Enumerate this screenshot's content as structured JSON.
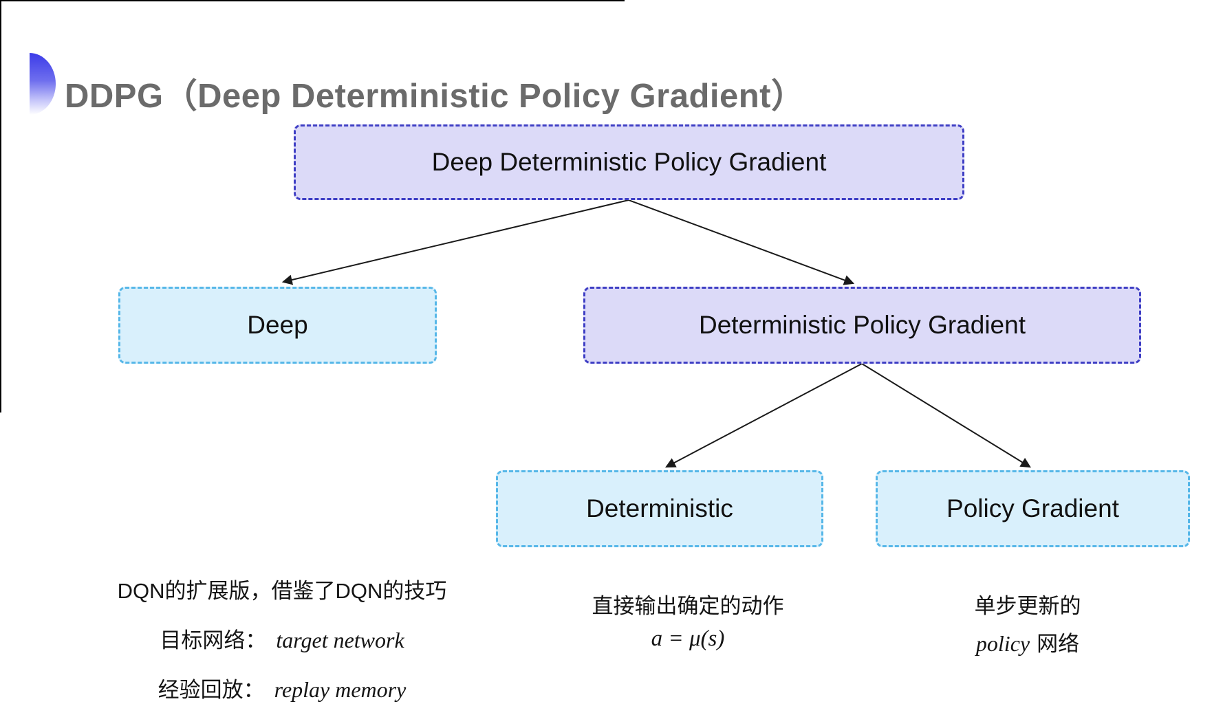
{
  "header": {
    "title": "DDPG（Deep Deterministic Policy Gradient）",
    "bullet_icon": "blue-gradient-half-circle"
  },
  "colors": {
    "title_text": "#6b6b6b",
    "lavender_fill": "#dcdaf8",
    "lavender_border": "#3e3ec4",
    "cyan_fill": "#d9f0fc",
    "cyan_border": "#56b7e8",
    "arrow": "#1a1a1a",
    "bullet_top": "#3b3be8",
    "bullet_bottom": "#ffffff"
  },
  "tree": {
    "root": {
      "label": "Deep Deterministic Policy Gradient",
      "variant": "lavender"
    },
    "level1": [
      {
        "label": "Deep",
        "variant": "cyan"
      },
      {
        "label": "Deterministic Policy Gradient",
        "variant": "lavender"
      }
    ],
    "level2": [
      {
        "label": "Deterministic",
        "variant": "cyan"
      },
      {
        "label": "Policy Gradient",
        "variant": "cyan"
      }
    ],
    "edges": [
      "root->deep",
      "root->deterministic-policy-gradient",
      "deterministic-policy-gradient->deterministic",
      "deterministic-policy-gradient->policy-gradient"
    ]
  },
  "notes": {
    "deep_note": {
      "line1": "DQN的扩展版，借鉴了DQN的技巧",
      "line2_label": "目标网络：",
      "line2_term": "target network",
      "line3_label": "经验回放：",
      "line3_term": "replay memory"
    },
    "deterministic_note": {
      "line1": "直接输出确定的动作",
      "formula": "a = μ(s)"
    },
    "policy_gradient_note": {
      "line1": "单步更新的",
      "line2_term": "policy",
      "line2_suffix": "网络"
    }
  }
}
